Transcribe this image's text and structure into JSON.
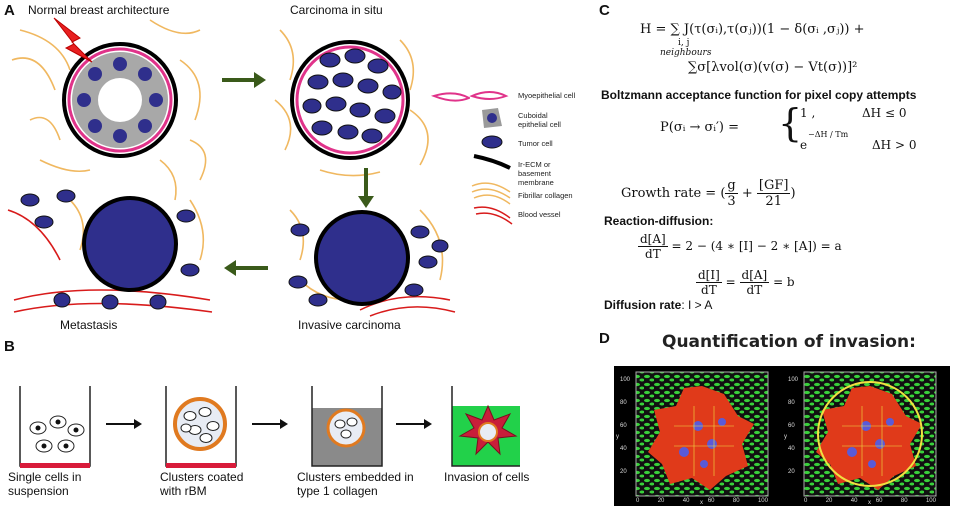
{
  "panels": {
    "a": {
      "label": "A",
      "stages": {
        "normal": "Normal breast architecture",
        "cis": "Carcinoma in situ",
        "invasive": "Invasive carcinoma",
        "metastasis": "Metastasis"
      },
      "legend": [
        {
          "text": "Myoepithelial cell",
          "icon": "myoepithelial-icon",
          "color": "#e0338a"
        },
        {
          "text": "Cuboidal epithelial cell",
          "icon": "cuboidal-cell-icon",
          "color": "#9a9a9a"
        },
        {
          "text": "Tumor cell",
          "icon": "tumor-cell-icon",
          "color": "#2f2f8c"
        },
        {
          "text": "Ir-ECM or basement membrane",
          "icon": "basement-membrane-icon",
          "color": "#000000"
        },
        {
          "text": "Fibrillar collagen",
          "icon": "collagen-icon",
          "color": "#f0b860"
        },
        {
          "text": "Blood vessel",
          "icon": "blood-vessel-icon",
          "color": "#d81b1b"
        }
      ]
    },
    "b": {
      "label": "B",
      "steps": [
        {
          "line1": "Single cells in",
          "line2": "suspension"
        },
        {
          "line1": "Clusters coated",
          "line2": "with rBM"
        },
        {
          "line1": "Clusters embedded in",
          "line2": "type 1 collagen"
        },
        {
          "line1": "Invasion of cells",
          "line2": ""
        }
      ]
    },
    "c": {
      "label": "C",
      "hamiltonian_line1": "H = ∑ J(τ(σᵢ),τ(σⱼ))(1 − δ(σᵢ ,σⱼ)) +",
      "sum_sub_top": "i, j",
      "sum_sub_bottom": "neighbours",
      "hamiltonian_line2": "∑σ[λvol(σ)(v(σ) − Vt(σ))]²",
      "boltzmann_title": "Boltzmann acceptance function for pixel copy attempts",
      "prob_lhs": "P(σᵢ → σᵢ′) =",
      "case1_val": "1 ,",
      "case1_cond": "ΔH ≤ 0",
      "case2_base": "e",
      "case2_exp": "−ΔH / Tm",
      "case2_cond": "ΔH > 0",
      "growth_lhs": "Growth rate = (",
      "growth_frac1_num": "g",
      "growth_frac1_den": "3",
      "growth_plus": "+",
      "growth_frac2_num": "[GF]",
      "growth_frac2_den": "21",
      "growth_close": ")",
      "rd_title": "Reaction-diffusion:",
      "rd1_num": "d[A]",
      "rd1_den": "dT",
      "rd1_rhs": "= 2 − (4 ∗ [I] − 2 ∗ [A]) = a",
      "rd2_num": "d[I]",
      "rd2_den": "dT",
      "rd2_mid": "=",
      "rd2_num2": "d[A]",
      "rd2_den2": "dT",
      "rd2_rhs": "= b",
      "diff_title": "Diffusion rate",
      "diff_rhs": ": I > A"
    },
    "d": {
      "label": "D",
      "title": "Quantification of invasion:",
      "y_ticks": [
        "100",
        "80",
        "60",
        "40",
        "20",
        "0"
      ],
      "x_ticks": [
        "0",
        "20",
        "40",
        "60",
        "80",
        "100"
      ],
      "x_axis_label": "x",
      "y_axis_label": "y"
    }
  }
}
